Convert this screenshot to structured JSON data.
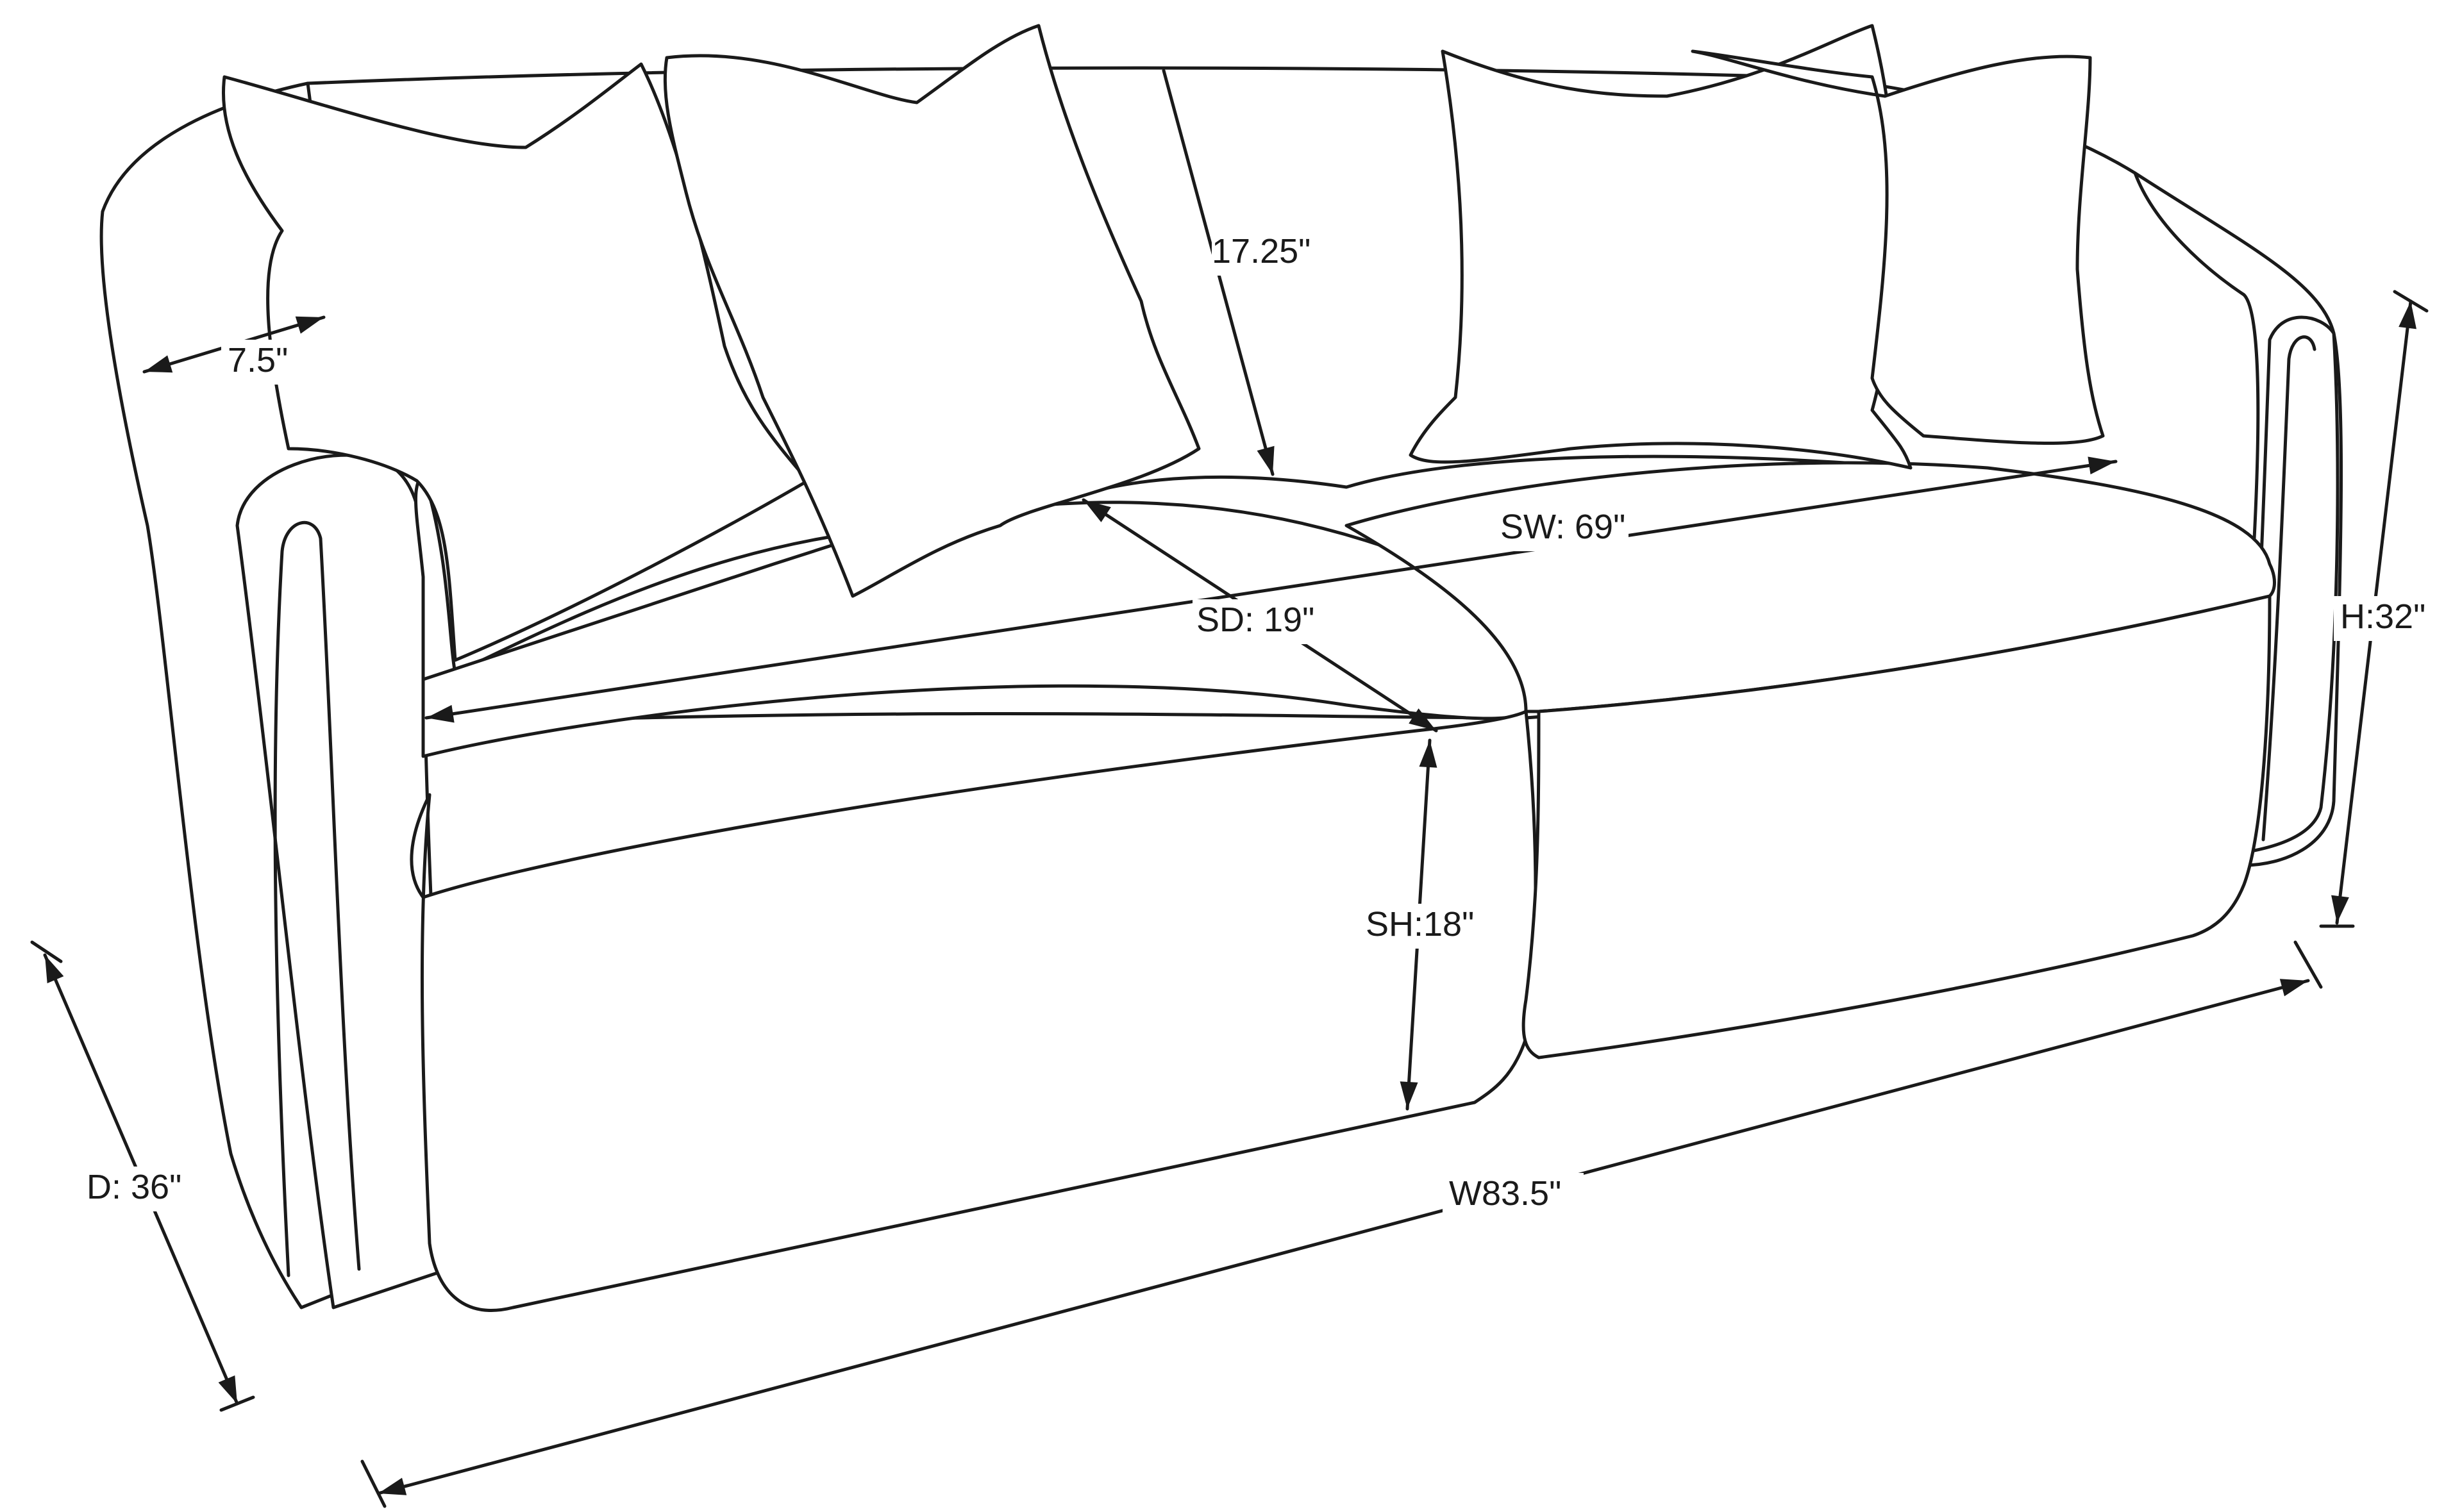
{
  "dimensions": {
    "arm_width": "7.5\"",
    "back_height": "17.25\"",
    "seat_width": "SW: 69\"",
    "seat_depth": "SD: 19\"",
    "seat_height": "SH:18\"",
    "total_height": "H:32\"",
    "total_depth": "D: 36\"",
    "total_width": "W83.5\""
  },
  "colors": {
    "line": "#1a1a1a",
    "background": "#ffffff"
  }
}
